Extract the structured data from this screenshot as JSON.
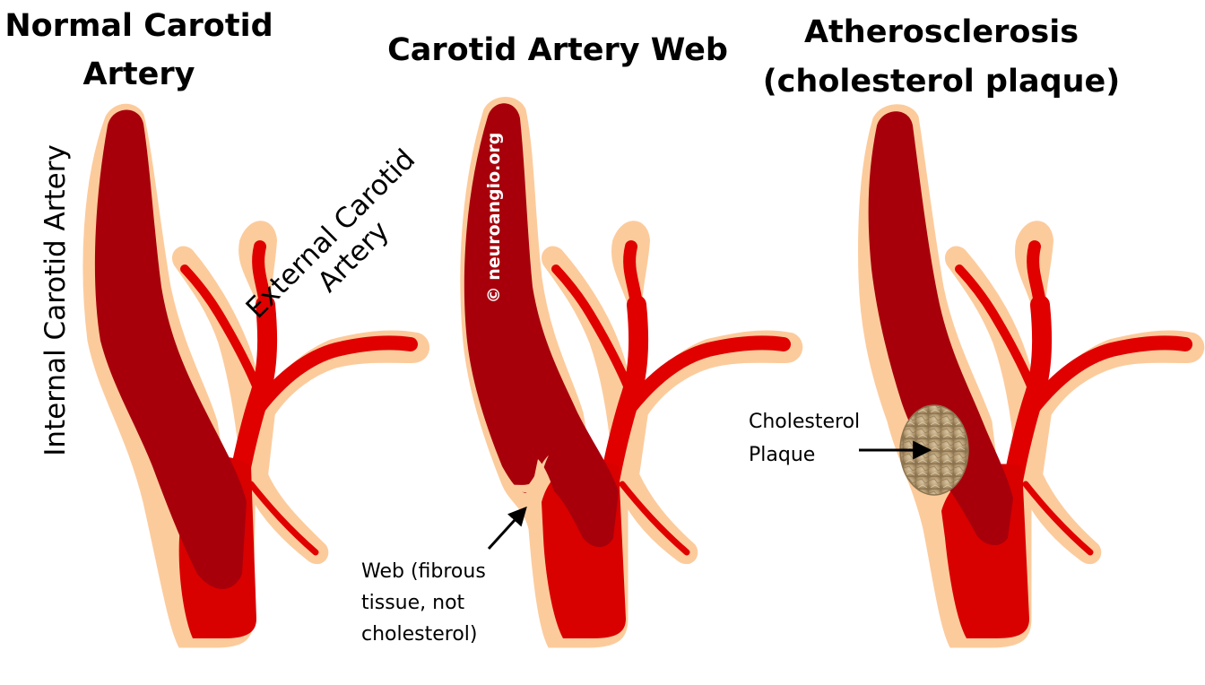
{
  "panels": [
    {
      "title_line1": "Normal Carotid",
      "title_line2": "Artery",
      "labels": {
        "ica": "Internal Carotid Artery",
        "eca_line1": "External Carotid",
        "eca_line2": "Artery"
      }
    },
    {
      "title_line1": "Carotid Artery Web",
      "watermark": "© neuroangio.org",
      "labels": {
        "web_line1": "Web (fibrous",
        "web_line2": "tissue, not",
        "web_line3": "cholesterol)"
      }
    },
    {
      "title_line1": "Atherosclerosis",
      "title_line2": "(cholesterol plaque)",
      "labels": {
        "plaque_line1": "Cholesterol",
        "plaque_line2": "Plaque"
      }
    }
  ],
  "colors": {
    "halo": "#FCCB9C",
    "ica": "#A8000B",
    "eca": "#E00000",
    "plaque": "#B8A07A",
    "text": "#000000"
  }
}
